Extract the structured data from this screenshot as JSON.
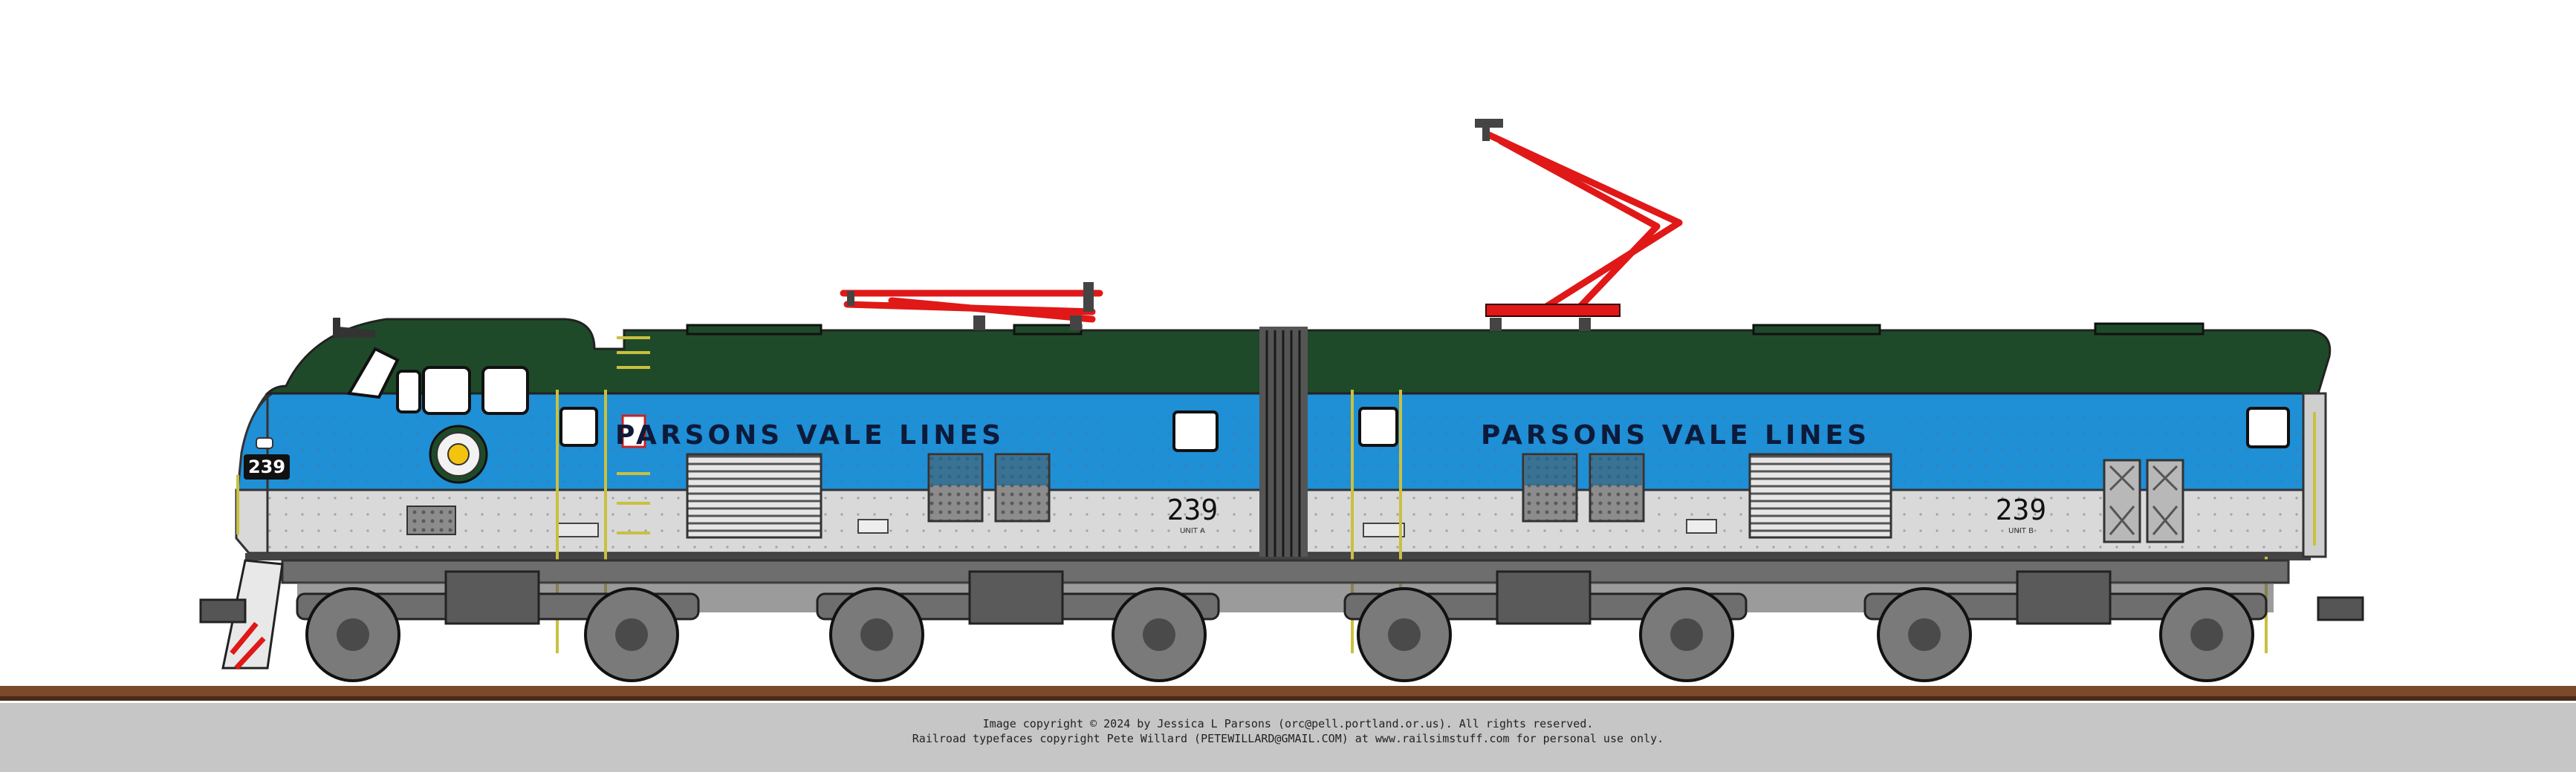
{
  "locomotive": {
    "road_name": "PARSONS VALE LINES",
    "number": "239",
    "number_board": "239",
    "unit_a_label": "UNIT A",
    "unit_b_label": "UNIT B"
  },
  "colors": {
    "green": "#1f4a2a",
    "blue": "#1f8fd6",
    "silver": "#d8d8d8",
    "truck_gray": "#6e6e6e",
    "pantograph_red": "#e01818",
    "rail_brown": "#7a4a2a",
    "ballast_gray": "#c6c6c6",
    "handrail_yellow": "#c9c040"
  },
  "credits": {
    "line1": "Image copyright © 2024 by Jessica L Parsons (orc@pell.portland.or.us). All rights reserved.",
    "line2": "Railroad typefaces copyright Pete Willard (PETEWILLARD@GMAIL.COM) at www.railsimstuff.com for personal use only."
  }
}
